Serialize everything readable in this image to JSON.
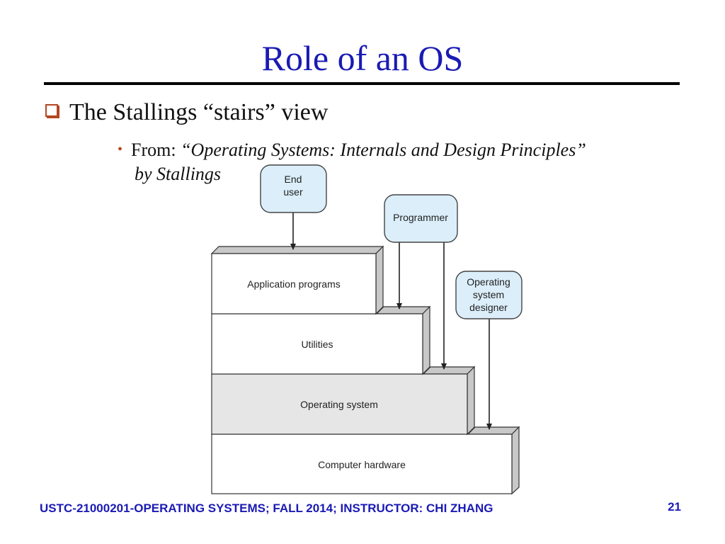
{
  "slide": {
    "title": "Role of an OS",
    "bullet": "The Stallings “stairs” view",
    "sub_prefix": "From: ",
    "sub_source_line1": "“Operating Systems: Internals and Design Principles”",
    "sub_source_line2": "by Stallings"
  },
  "diagram": {
    "layers": {
      "application": "Application programs",
      "utilities": "Utilities",
      "os": "Operating system",
      "hardware": "Computer hardware"
    },
    "actors": {
      "end_user_line1": "End",
      "end_user_line2": "user",
      "programmer": "Programmer",
      "os_designer_line1": "Operating",
      "os_designer_line2": "system",
      "os_designer_line3": "designer"
    }
  },
  "footer": {
    "course": "USTC-21000201-OPERATING SYSTEMS; FALL 2014; INSTRUCTOR: CHI ZHANG",
    "page": "21"
  },
  "colors": {
    "title": "#1a1ab4",
    "accent": "#b5461f",
    "actor_fill": "#dbeefa",
    "os_layer_fill": "#e6e6e6"
  }
}
